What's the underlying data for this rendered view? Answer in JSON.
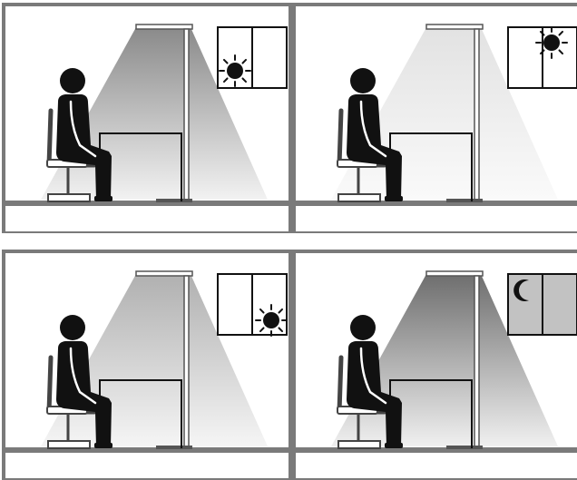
{
  "diagram": {
    "panels": [
      {
        "id": "top-left",
        "celestial": "sun",
        "window_tint": "#ffffff",
        "light_top": "#8a8a8a",
        "light_bottom": "#f2f2f2"
      },
      {
        "id": "top-right",
        "celestial": "sun",
        "window_tint": "#ffffff",
        "light_top": "#e2e2e2",
        "light_bottom": "#fafafa"
      },
      {
        "id": "bottom-left",
        "celestial": "sun",
        "window_tint": "#ffffff",
        "light_top": "#b0b0b0",
        "light_bottom": "#f5f5f5"
      },
      {
        "id": "bottom-right",
        "celestial": "moon",
        "window_tint": "#c2c2c2",
        "light_top": "#6e6e6e",
        "light_bottom": "#f0f0f0"
      }
    ],
    "colors": {
      "frame": "#7a7a7a",
      "ink": "#111111",
      "lamp": "#555555",
      "chair": "#444444"
    },
    "icons": {
      "person": "seated-person-icon",
      "chair": "chair-icon",
      "desk": "desk-icon",
      "lamp": "floor-lamp-icon",
      "window": "window-icon",
      "sun": "sun-icon",
      "moon": "moon-icon"
    }
  }
}
